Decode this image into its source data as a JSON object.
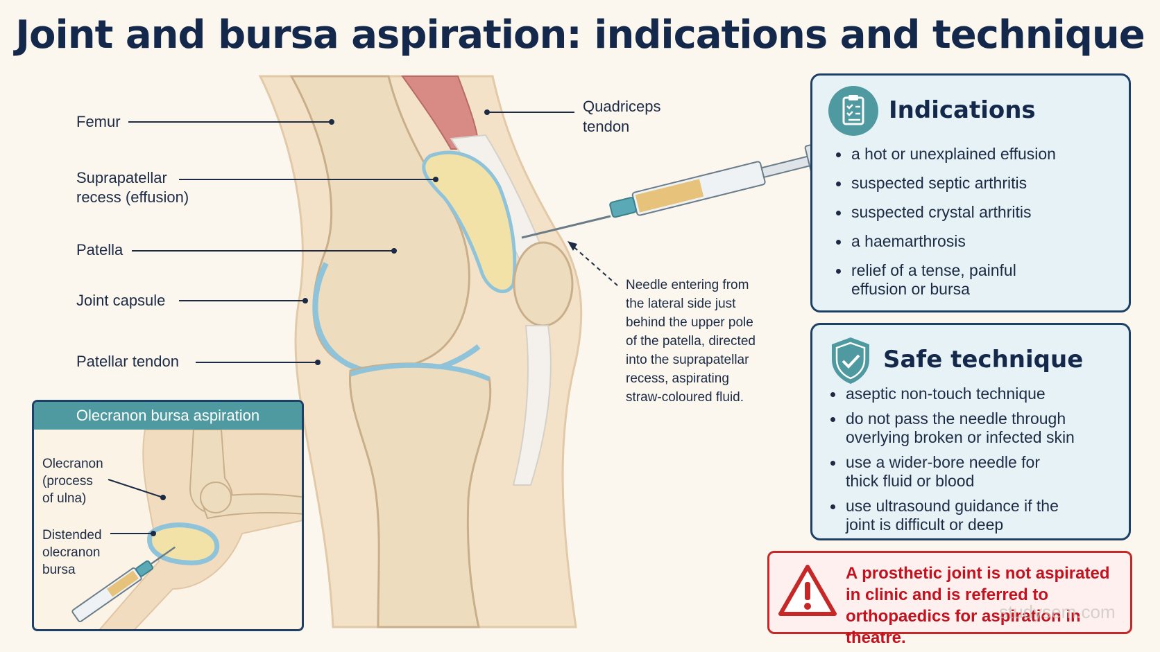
{
  "title": "Joint and bursa aspiration: indications and technique",
  "labels": {
    "femur": "Femur",
    "suprapatellar_1": "Suprapatellar",
    "suprapatellar_2": "recess (effusion)",
    "patella": "Patella",
    "joint_capsule": "Joint capsule",
    "patellar_tendon": "Patellar tendon",
    "quadriceps_1": "Quadriceps",
    "quadriceps_2": "tendon"
  },
  "needle_note": [
    "Needle entering from",
    "the lateral side just",
    "behind the upper pole",
    "of the patella, directed",
    "into the suprapatellar",
    "recess, aspirating",
    "straw-coloured fluid."
  ],
  "indications": {
    "heading": "Indications",
    "icon": "clipboard-checklist-icon",
    "items": [
      [
        "a hot or unexplained effusion"
      ],
      [
        "suspected septic arthritis"
      ],
      [
        "suspected crystal arthritis"
      ],
      [
        "a haemarthrosis"
      ],
      [
        "relief of a tense, painful",
        "effusion or bursa"
      ]
    ]
  },
  "safe": {
    "heading": "Safe technique",
    "icon": "shield-check-icon",
    "items": [
      [
        "aseptic non-touch technique"
      ],
      [
        "do not pass the needle through",
        "overlying broken or infected skin"
      ],
      [
        "use a wider-bore needle for",
        "thick fluid or blood"
      ],
      [
        "use ultrasound guidance if the",
        "joint is difficult or deep"
      ]
    ]
  },
  "warning": {
    "icon": "warning-triangle-icon",
    "lines": [
      "A prosthetic joint is not aspirated",
      "in clinic and is referred to",
      "orthopaedics for aspiration in theatre."
    ]
  },
  "inset": {
    "heading": "Olecranon bursa aspiration",
    "olecranon": [
      "Olecranon",
      "(process",
      "of ulna)"
    ],
    "bursa": [
      "Distended",
      "olecranon",
      "bursa"
    ]
  },
  "watermark": "studysem.com",
  "colors": {
    "title": "#13284a",
    "panel_border": "#1e3f66",
    "panel_fill": "#e6f2f5",
    "warning": "#c62828",
    "inset_header": "#4f9aa0",
    "bone": "#eedcbf",
    "fluid": "#f3e2a8",
    "capsule": "#8fc3d9",
    "muscle": "#d88a84"
  }
}
